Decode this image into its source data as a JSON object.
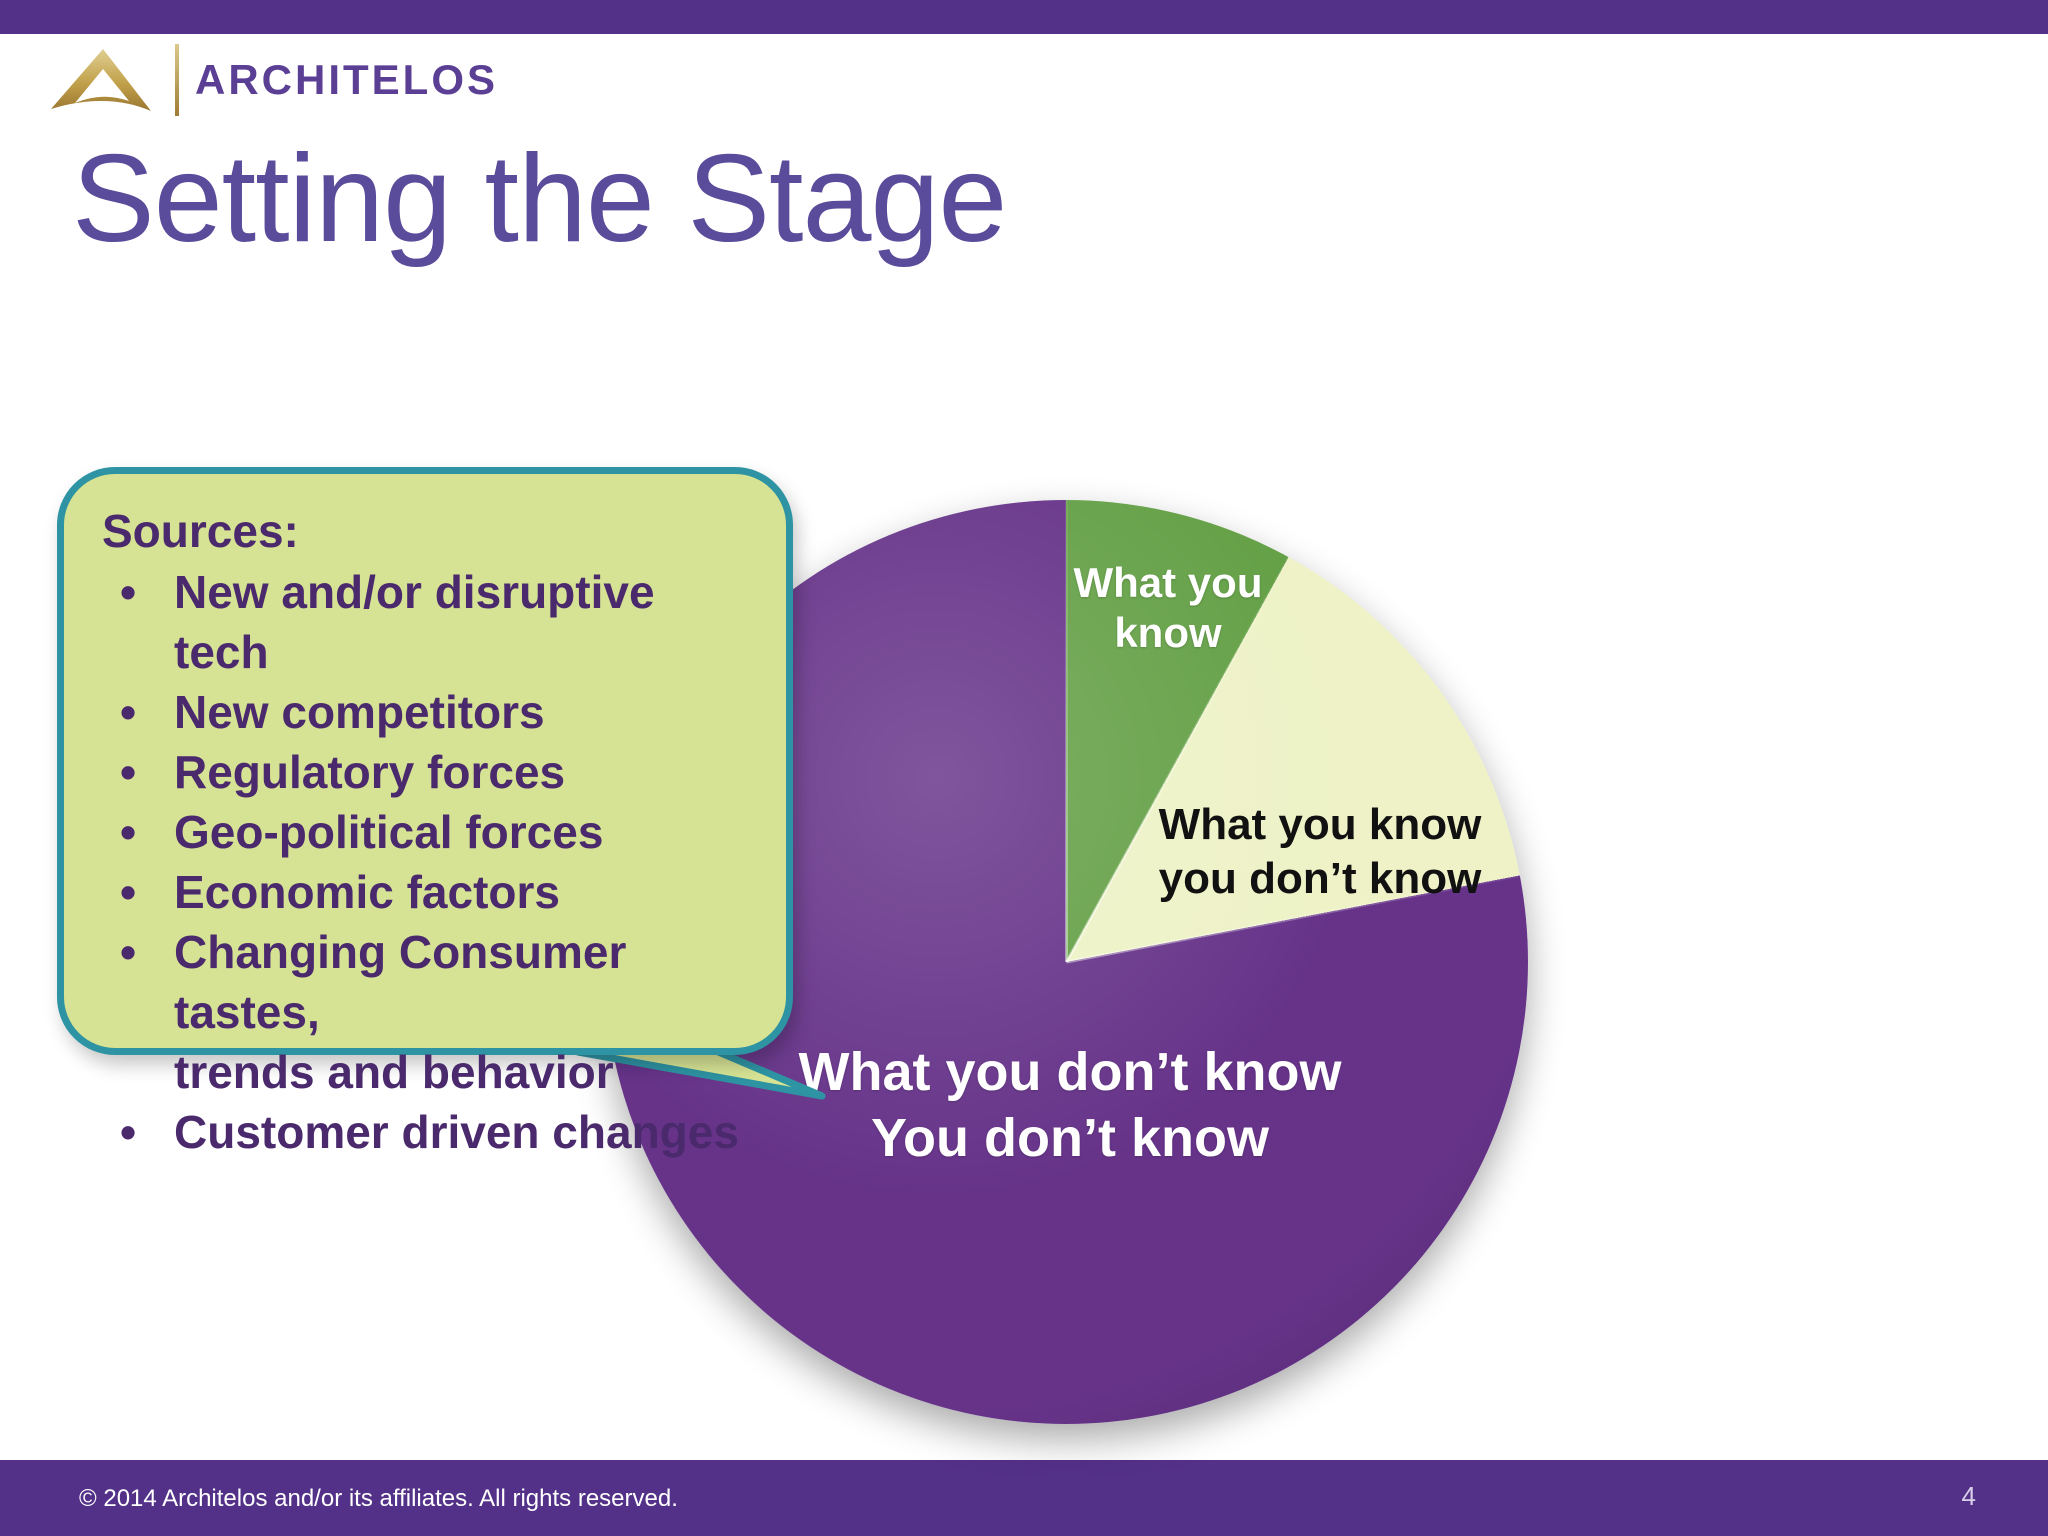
{
  "logo": {
    "brand": "ARCHITELOS",
    "mark": "gold-triangle"
  },
  "title": "Setting the Stage",
  "callout": {
    "heading": "Sources:",
    "bullets": [
      "New and/or disruptive tech",
      "New competitors",
      "Regulatory forces",
      "Geo-political forces",
      "Economic factors",
      "Changing Consumer tastes,\ntrends and behavior",
      "Customer driven changes"
    ]
  },
  "chart_data": {
    "type": "pie",
    "title": "",
    "start_angle_deg": 0,
    "direction": "clockwise",
    "legend": "none",
    "slices": [
      {
        "label": "What you\nknow",
        "value_pct": 8,
        "color": "#64a046",
        "label_color": "#ffffff"
      },
      {
        "label": "What you know\nyou don’t know",
        "value_pct": 14,
        "color": "#eef2c6",
        "label_color": "#111111"
      },
      {
        "label": "What you don’t know\nYou don’t know",
        "value_pct": 78,
        "color": "#663389",
        "label_color": "#ffffff"
      }
    ]
  },
  "footer": {
    "copyright": "© 2014 Architelos and/or its affiliates. All rights reserved.",
    "page_number": "4"
  },
  "colors": {
    "bar_purple": "#543189",
    "title_purple": "#5b4b9b",
    "logo_purple": "#5b3f94",
    "callout_fill": "#d7e394",
    "callout_border": "#2e93a2",
    "callout_text": "#4a2a6d",
    "footer_text": "#ffffff",
    "page_number_color": "#d9cfe8"
  }
}
